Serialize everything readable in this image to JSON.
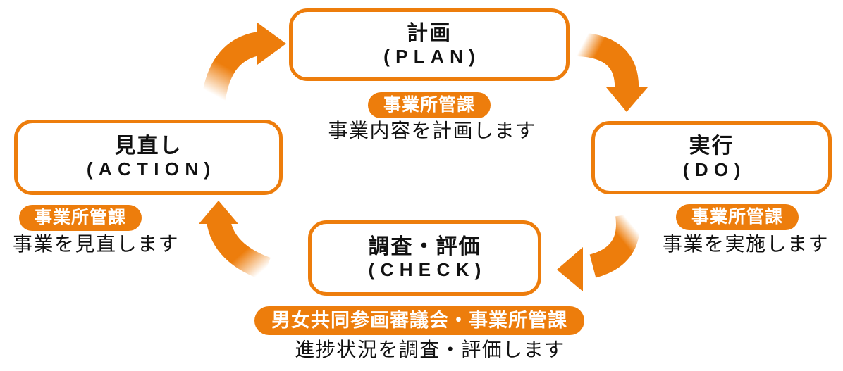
{
  "colors": {
    "accent": "#ED7D0C",
    "fade": "#FFFFFF",
    "text": "#111111",
    "badge_text": "#FFFFFF",
    "box_bg": "#FFFFFF"
  },
  "nodes": {
    "plan": {
      "title": "計画",
      "subtitle": "(PLAN)",
      "badge": "事業所管課",
      "description": "事業内容を計画します"
    },
    "do": {
      "title": "実行",
      "subtitle": "(DO)",
      "badge": "事業所管課",
      "description": "事業を実施します"
    },
    "check": {
      "title": "調査・評価",
      "subtitle": "(CHECK)",
      "badge": "男女共同参画審議会・事業所管課",
      "description": "進捗状況を調査・評価します"
    },
    "action": {
      "title": "見直し",
      "subtitle": "(ACTION)",
      "badge": "事業所管課",
      "description": "事業を見直します"
    }
  },
  "arrows": {
    "action_to_plan": "curved-arrow-up-right",
    "plan_to_do": "curved-arrow-down-right",
    "do_to_check": "curved-arrow-down-left",
    "check_to_action": "curved-arrow-up-left"
  }
}
